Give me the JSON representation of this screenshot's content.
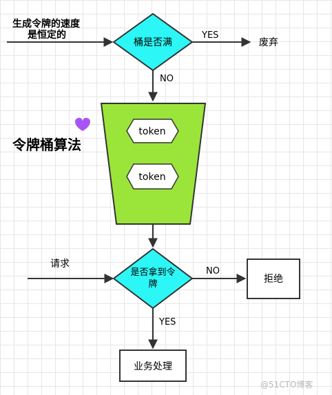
{
  "input_rate_label_line1": "生成令牌的速度",
  "input_rate_label_line2": "是恒定的",
  "decision_bucket_full": "桶是否满",
  "label_yes_top": "YES",
  "label_discard": "废弃",
  "label_no_top": "NO",
  "heading": "令牌桶算法",
  "token_1": "token",
  "token_2": "token",
  "label_request": "请求",
  "decision_get_token_line1": "是否拿到令",
  "decision_get_token_line2": "牌",
  "label_no_bottom": "NO",
  "reject_box": "拒绝",
  "label_yes_bottom": "YES",
  "process_box": "业务处理",
  "watermark": "@51CTO博客",
  "colors": {
    "decision_fill": "#2df6f6",
    "bucket_fill": "#9be53a",
    "heart": "#a855f7",
    "line": "#333333"
  }
}
